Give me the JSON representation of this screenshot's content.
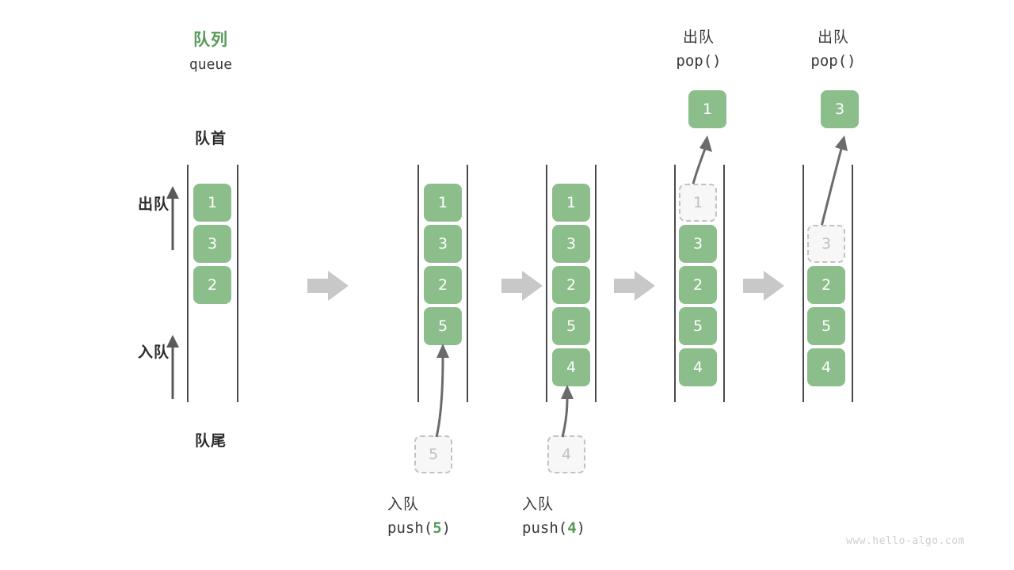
{
  "diagram": {
    "title_cn": "队列",
    "title_en": "queue",
    "head_label": "队首",
    "tail_label": "队尾",
    "dequeue_label": "出队",
    "enqueue_label": "入队",
    "watermark": "www.hello-algo.com",
    "accent_green": "#8cbe8c",
    "title_green": "#579a58",
    "rail_color": "#4a4a4e",
    "ghost_gray": "#c2c2c2",
    "flow_arrow_gray": "#c8c8c8"
  },
  "steps": [
    {
      "id": "step-1",
      "name": "initial-queue",
      "cells": [
        {
          "value": "1",
          "state": "filled"
        },
        {
          "value": "3",
          "state": "filled"
        },
        {
          "value": "2",
          "state": "filled"
        }
      ],
      "incoming": null,
      "popped": null,
      "caption_cn": null,
      "caption_code": null
    },
    {
      "id": "step-2",
      "name": "push-5",
      "cells": [
        {
          "value": "1",
          "state": "filled"
        },
        {
          "value": "3",
          "state": "filled"
        },
        {
          "value": "2",
          "state": "filled"
        },
        {
          "value": "5",
          "state": "filled"
        }
      ],
      "incoming": {
        "value": "5",
        "state": "ghost"
      },
      "popped": null,
      "caption_cn": "入队",
      "caption_code": "push(5)",
      "caption_arg": "5"
    },
    {
      "id": "step-3",
      "name": "push-4",
      "cells": [
        {
          "value": "1",
          "state": "filled"
        },
        {
          "value": "3",
          "state": "filled"
        },
        {
          "value": "2",
          "state": "filled"
        },
        {
          "value": "5",
          "state": "filled"
        },
        {
          "value": "4",
          "state": "filled"
        }
      ],
      "incoming": {
        "value": "4",
        "state": "ghost"
      },
      "popped": null,
      "caption_cn": "入队",
      "caption_code": "push(4)",
      "caption_arg": "4"
    },
    {
      "id": "step-4",
      "name": "pop-1",
      "cells": [
        {
          "value": "1",
          "state": "ghost"
        },
        {
          "value": "3",
          "state": "filled"
        },
        {
          "value": "2",
          "state": "filled"
        },
        {
          "value": "5",
          "state": "filled"
        },
        {
          "value": "4",
          "state": "filled"
        }
      ],
      "incoming": null,
      "popped": {
        "value": "1",
        "state": "filled"
      },
      "header_cn": "出队",
      "header_code": "pop()"
    },
    {
      "id": "step-5",
      "name": "pop-3",
      "cells": [
        {
          "value": "",
          "state": "empty"
        },
        {
          "value": "3",
          "state": "ghost"
        },
        {
          "value": "2",
          "state": "filled"
        },
        {
          "value": "5",
          "state": "filled"
        },
        {
          "value": "4",
          "state": "filled"
        }
      ],
      "incoming": null,
      "popped": {
        "value": "3",
        "state": "filled"
      },
      "header_cn": "出队",
      "header_code": "pop()"
    }
  ]
}
